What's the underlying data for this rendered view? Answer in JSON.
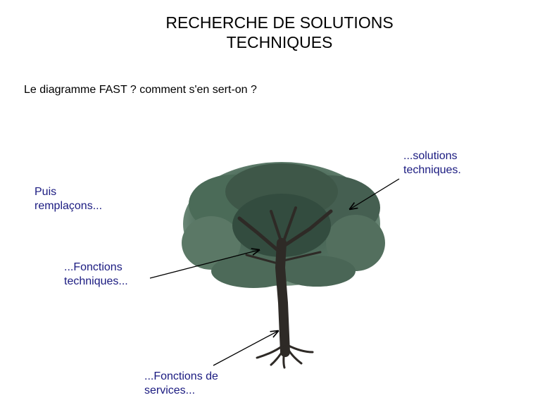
{
  "title": {
    "line1": "RECHERCHE DE SOLUTIONS",
    "line2": "TECHNIQUES"
  },
  "subtitle": "Le diagramme FAST ? comment s'en sert-on ?",
  "labels": {
    "solutions": {
      "line1": "...solutions",
      "line2": "techniques."
    },
    "puis": {
      "line1": "Puis",
      "line2": "remplaçons..."
    },
    "fonctions_techniques": {
      "line1": "...Fonctions",
      "line2": "techniques..."
    },
    "fonctions_services": {
      "line1": "...Fonctions de",
      "line2": "services..."
    }
  },
  "colors": {
    "foliage": "#3f5a4c",
    "trunk": "#2e2a26",
    "label_text": "#1a1a80"
  }
}
